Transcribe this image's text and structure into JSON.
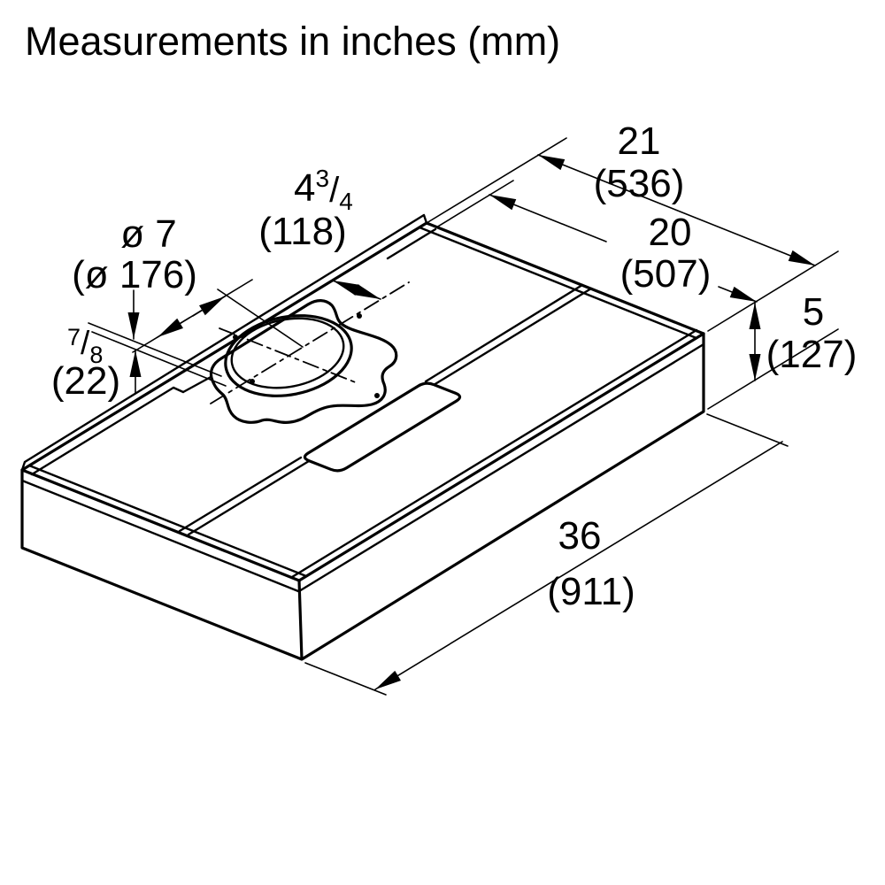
{
  "title": "Measurements in inches (mm)",
  "colors": {
    "background": "#ffffff",
    "line_color": "#000000"
  },
  "dims": {
    "depth_overall": {
      "inches": "21",
      "mm": "(536)"
    },
    "depth_top": {
      "inches": "20",
      "mm": "(507)"
    },
    "height": {
      "inches": "5",
      "mm": "(127)"
    },
    "width": {
      "inches": "36",
      "mm": "(911)"
    },
    "duct_offset": {
      "whole": "4",
      "numerator": "3",
      "slash": "/",
      "denominator": "4",
      "mm": "(118)"
    },
    "duct_diameter": {
      "inches": "ø 7",
      "mm": "(ø 176)"
    },
    "lip_height": {
      "numerator": "7",
      "slash": "/",
      "denominator": "8",
      "mm": "(22)"
    }
  }
}
